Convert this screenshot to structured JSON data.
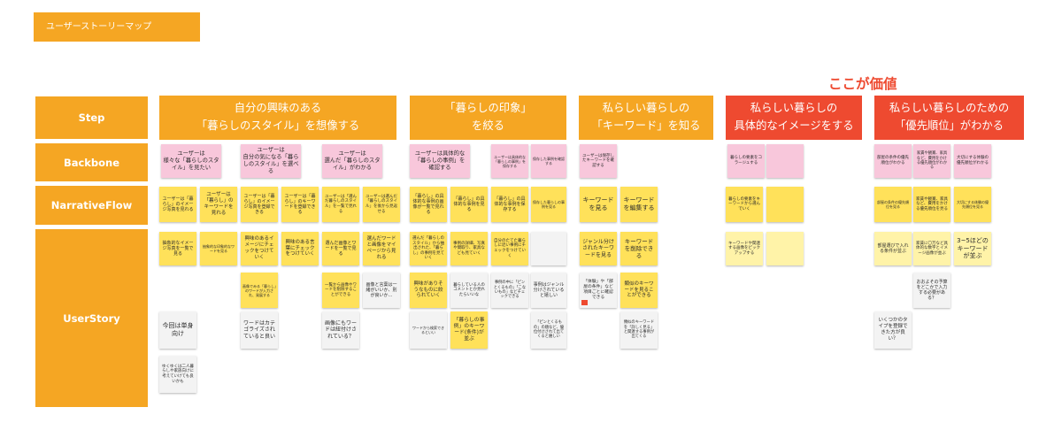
{
  "board": {
    "title": "ユーザーストーリーマップ",
    "callout": "ここが価値"
  },
  "colors": {
    "orange": "#F5A623",
    "red": "#EE4A30",
    "pink": "#F8C7DB",
    "yellow": "#FFE15A",
    "pale_yellow": "#FFF3A8",
    "white_note": "#F3F3F3"
  },
  "row_labels": {
    "step": "Step",
    "backbone": "Backbone",
    "narrative_flow": "NarrativeFlow",
    "user_story": "UserStory"
  },
  "steps": [
    {
      "label": "自分の興味のある\n「暮らしのスタイル」を想像する"
    },
    {
      "label": "「暮らしの印象」\nを絞る"
    },
    {
      "label": "私らしい暮らしの\n「キーワード」を知る"
    },
    {
      "label": "私らしい暮らしの\n具体的なイメージをする"
    },
    {
      "label": "私らしい暮らしのための\n「優先順位」がわかる"
    }
  ],
  "backbone": [
    "ユーザーは\n様々な「暮らしのスタイル」を見たい",
    "ユーザーは\n自分の気になる「暮らしのスタイル」を選べる",
    "ユーザーは\n選んだ「暮らしのスタイル」がわかる",
    "ユーザーは具体的な\n「暮らしの事例」を\n確認する",
    "ユーザーは具体的な「暮らしの事例」を保存する",
    "保存した事例を確認する",
    "ユーザーは保存したキーワードを確認する",
    "暮らしの要素をコラージュする",
    "部屋の条件の優先順位がわかる",
    "家賃や観賞、家具など、費用をかける優先順位がわかる",
    "大切にする体験の優先順位がわかる"
  ],
  "narrative_flow": [
    "ユーザーは「暮らし」のイメージ写真を見れる",
    "ユーザーは「暮らし」のキーワードを見れる",
    "ユーザーは「暮らし」のイメージ写真を登録できる",
    "ユーザーは「暮らし」のキーワードを登録できる",
    "ユーザーは「選んだ暮らしのスタイル」を一覧で見れる",
    "ユーザーは選んだ「暮らしのスタイル」を後から見返せる",
    "「暮らし」の具体的な事例の画像が一覧で見れる",
    "「暮らし」の具体的な事例を見る",
    "「暮らし」の具体的な事例を保存する",
    "保存した暮らしの事例を見る",
    "キーワードを見る",
    "キーワードを編集する",
    "暮らしの要素をキーワードから選んでいく",
    "部屋の条件の優先順位を見る",
    "家賃や観賞、家具など、費用をかける優先順位を見る",
    "大切にする体験の優先順位を見る"
  ],
  "user_stories": [
    "抽象的なイメージ写真を一覧で見る",
    "抽象的な印象的なワードを見る",
    "興味のあるイメージにチェックをつけていく",
    "興味のある言葉にチェックをつけていく",
    "選んだ画像とワードを一覧で見る",
    "選んだワードと画像をマイページから見れる",
    "選んだ「暮らしのスタイル」から抽出された、「暮らし」の事例を見ていく",
    "事例の詳細、写真や間取り、家具なども見ていく",
    "自分のたてた暮らしに近い事例にチェックをつけていく",
    "ジャンル分けされたキーワードを見る",
    "キーワードを削除できる",
    "キーワードや関連する画像をピックアップする",
    "部屋選びで入れる条件が並ぶ",
    "家賃に〇万など具体的な数字とイメージ画像が並ぶ",
    "3~5ほどのキーワードが並ぶ",
    "画像でみる「暮らし」のワードが入力され、発展する",
    "一覧から画像やワードを削除することができる",
    "画像と言葉は一緒がいいか、別が良いか…",
    "興味がありそうなものに絞られていく",
    "暮らしている人のコメントとか見れたらいいな",
    "事例の中に「ピンとくるもの」「こないもの」などチェックできる",
    "事例はジャンル分けされていると嬉しい",
    "「体験」や「部屋の条件」など項目ごとに確認できる",
    "類似のキーワードを見ることができる",
    "おおよその予算をどこかで入力する必要がある？",
    "今回は単身向け",
    "ワードはカテゴライズされていると良い",
    "画像にもワードは紐付けされている？",
    "ワードから検索できるといい",
    "「暮らしの事例」のキーワード(条件)が並ぶ",
    "「ピンとくるもの」の順など、優位付けされて出てくると嬉しい",
    "類似のキーワードを「詳しく見る」と関連する事例が出てくる",
    "いくつかのタイプを登録できた方が良い？",
    "ゆくゆくは二人暮らしや家族向けに考えていけても良いかも"
  ]
}
